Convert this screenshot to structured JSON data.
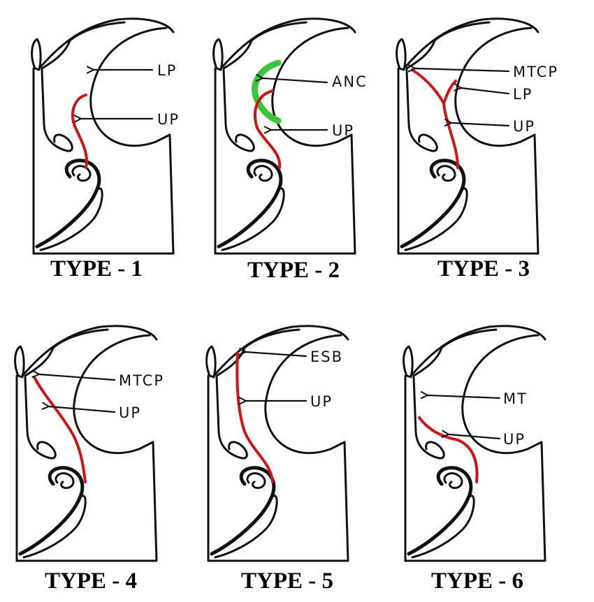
{
  "colors": {
    "ink": "#111111",
    "highlight_red": "#d01414",
    "highlight_green": "#3cc43c",
    "background": "#ffffff"
  },
  "panels": [
    {
      "caption": "TYPE - 1",
      "labels": [
        "LP",
        "UP"
      ]
    },
    {
      "caption": "TYPE - 2",
      "labels": [
        "ANC",
        "UP"
      ]
    },
    {
      "caption": "TYPE - 3",
      "labels": [
        "MTCP",
        "LP",
        "UP"
      ]
    },
    {
      "caption": "TYPE - 4",
      "labels": [
        "MTCP",
        "UP"
      ]
    },
    {
      "caption": "TYPE - 5",
      "labels": [
        "ESB",
        "UP"
      ]
    },
    {
      "caption": "TYPE - 6",
      "labels": [
        "MT",
        "UP"
      ]
    }
  ]
}
